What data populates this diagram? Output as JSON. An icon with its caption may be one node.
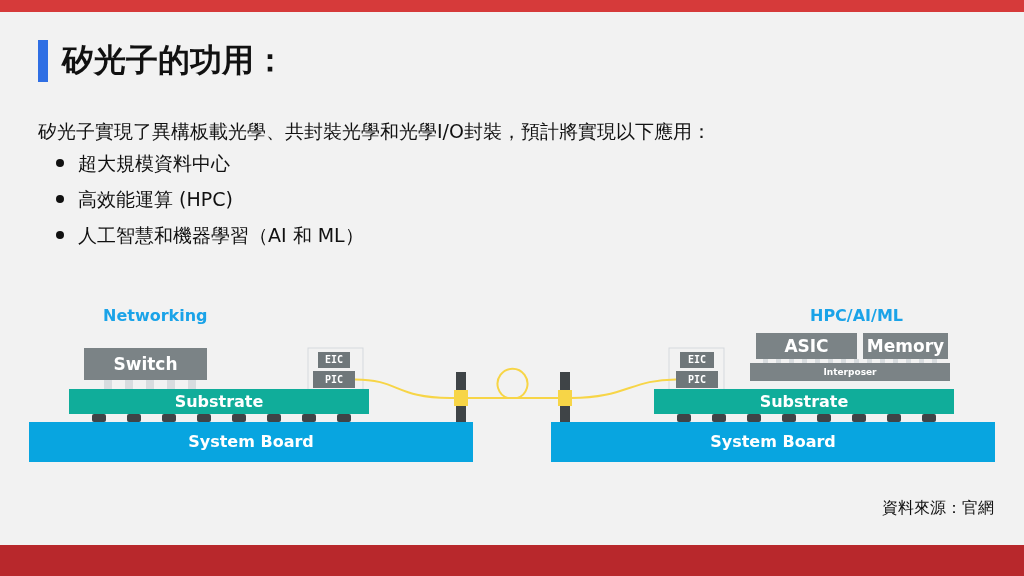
{
  "diagram": {
    "title": "矽光子的功用：",
    "nodes": [
      {
        "text": [
          "Switch"
        ]
      },
      {
        "text": [
          "EIC"
        ]
      },
      {
        "text": [
          "PIC"
        ]
      },
      {
        "text": [
          "Substrate"
        ]
      },
      {
        "text": [
          "System Board"
        ]
      },
      {
        "text": [
          "EIC"
        ]
      },
      {
        "text": [
          "PIC"
        ]
      },
      {
        "text": [
          "ASIC"
        ]
      },
      {
        "text": [
          "Memory"
        ]
      },
      {
        "text": [
          "Interposer"
        ]
      },
      {
        "text": [
          "Substrate"
        ]
      },
      {
        "text": [
          "System Board"
        ]
      },
      {
        "text": [],
        "shape": "bar"
      }
    ],
    "edges": [
      {
        "from": 2,
        "to": 6,
        "arrow": "none",
        "color": "#f7d547"
      }
    ],
    "labels": [
      "矽光子實現了異構板載光學、共封裝光學和光學I/O封裝，預計將實現以下應用：",
      "超大規模資料中心",
      "高效能運算 (HPC)",
      "人工智慧和機器學習（AI 和 ML）",
      "Networking",
      "HPC/AI/ML",
      "資料來源：官網"
    ]
  }
}
